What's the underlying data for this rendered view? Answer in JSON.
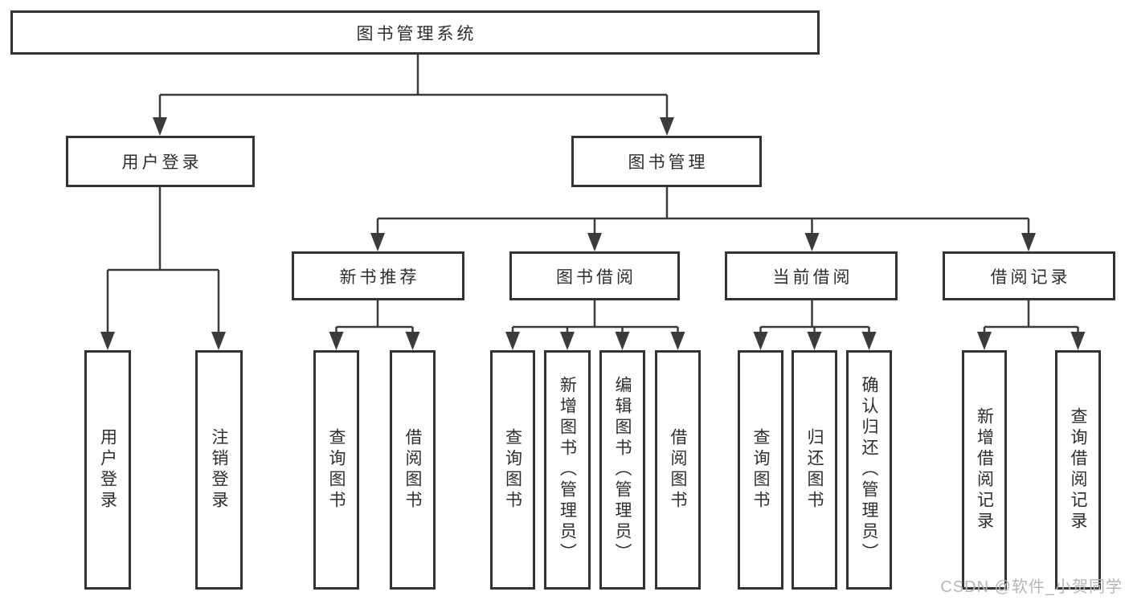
{
  "diagram": {
    "root": {
      "label": "图书管理系统"
    },
    "branches": [
      {
        "label": "用户登录",
        "children": [
          {
            "label": "用户登录"
          },
          {
            "label": "注销登录"
          }
        ]
      },
      {
        "label": "图书管理",
        "children": [
          {
            "label": "新书推荐",
            "children": [
              {
                "label": "查询图书"
              },
              {
                "label": "借阅图书"
              }
            ]
          },
          {
            "label": "图书借阅",
            "children": [
              {
                "label": "查询图书"
              },
              {
                "label": "新增图书（管理员）"
              },
              {
                "label": "编辑图书（管理员）"
              },
              {
                "label": "借阅图书"
              }
            ]
          },
          {
            "label": "当前借阅",
            "children": [
              {
                "label": "查询图书"
              },
              {
                "label": "归还图书"
              },
              {
                "label": "确认归还（管理员）"
              }
            ]
          },
          {
            "label": "借阅记录",
            "children": [
              {
                "label": "新增借阅记录"
              },
              {
                "label": "查询借阅记录"
              }
            ]
          }
        ]
      }
    ]
  },
  "watermark": {
    "text": "CSDN @软件_小贺同学"
  },
  "colors": {
    "line": "#3b3b3b",
    "border": "#333333",
    "text": "#2e2e2e",
    "watermark": "#b6b6b6",
    "background": "#ffffff"
  }
}
